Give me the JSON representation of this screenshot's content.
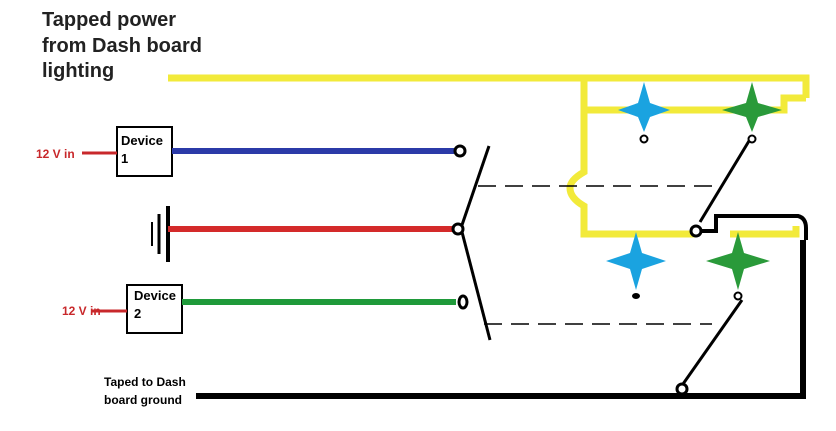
{
  "title_lines": [
    "Tapped power",
    "from Dash board",
    "lighting"
  ],
  "device1": {
    "name": "Device",
    "number": "1"
  },
  "device2": {
    "name": "Device",
    "number": "2"
  },
  "vin1": "12 V in",
  "vin2": "12 V in",
  "ground_lines": [
    "Taped to Dash",
    "board ground"
  ],
  "colors": {
    "power_wire": "#f2ea3a",
    "device1_wire": "#2b3aa8",
    "battery_wire": "#d42a2a",
    "device2_wire": "#1f9a3a",
    "ground_wire": "#000000",
    "input_wire": "#c8282b",
    "led_blue": "#1aa3e0",
    "led_green": "#2a9a3a"
  }
}
